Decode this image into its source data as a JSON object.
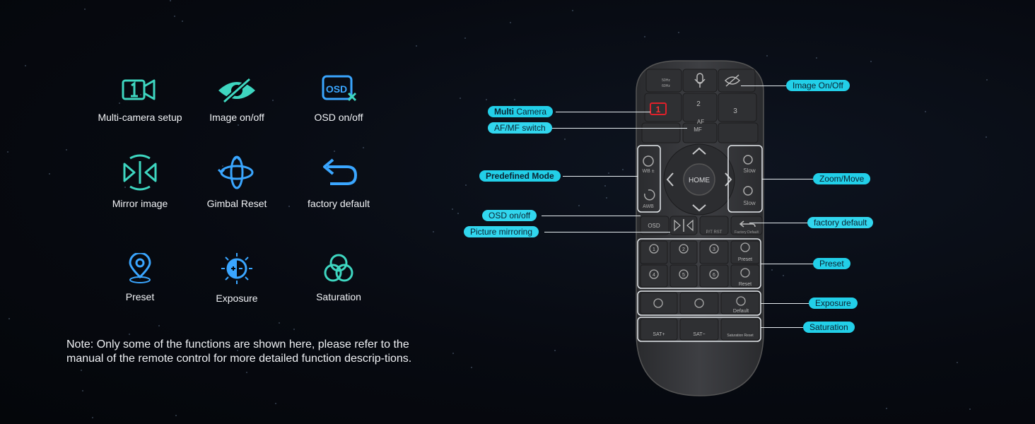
{
  "features": [
    {
      "label": "Multi-camera setup",
      "icon": "multi-camera-icon"
    },
    {
      "label": "Image on/off",
      "icon": "eye-off-icon"
    },
    {
      "label": "OSD on/off",
      "icon": "osd-icon"
    },
    {
      "label": "Mirror image",
      "icon": "mirror-icon"
    },
    {
      "label": "Gimbal Reset",
      "icon": "gimbal-reset-icon"
    },
    {
      "label": "factory default",
      "icon": "undo-icon"
    },
    {
      "label": "Preset",
      "icon": "location-pin-icon"
    },
    {
      "label": "Exposure",
      "icon": "exposure-icon"
    },
    {
      "label": "Saturation",
      "icon": "saturation-icon"
    }
  ],
  "note": "Note: Only some of the functions are shown here, please refer to the manual of the remote control for more detailed function descrip-tions.",
  "callouts": {
    "image_onoff": "Image On/Off",
    "multi_camera_bold": "Multi",
    "multi_camera_rest": " Camera",
    "af_mf": "AF/MF switch",
    "predefined": "Predefined Mode",
    "zoom_move": "Zoom/Move",
    "osd_onoff": "OSD on/off",
    "factory_default": "factory default",
    "picture_mirroring": "Picture mirroring",
    "preset": "Preset",
    "exposure": "Exposure",
    "saturation": "Saturation"
  },
  "remote_keys": {
    "home": "HOME",
    "wb": "WB ±",
    "awb": "AWB",
    "slow1": "Slow",
    "slow2": "Slow",
    "pt_rst": "P/T RST",
    "factory": "Factory Default",
    "preset": "Preset",
    "reset": "Reset",
    "default": "Default",
    "sat_plus": "SAT+",
    "sat_minus": "SAT−",
    "sat_reset": "Saturation Reset",
    "n1": "1",
    "n2": "2",
    "n3": "3",
    "n4": "4",
    "n5": "5",
    "n6": "6",
    "cam1": "1",
    "cam2": "2",
    "cam3": "3",
    "af": "AF",
    "mf": "MF",
    "fps_top": "50Hz",
    "fps_bot": "60Hz",
    "osd": "OSD"
  },
  "colors": {
    "accent": "#22cfe8",
    "icon_teal": "#3ed6c0",
    "icon_blue": "#3aa6ff",
    "remote_body": "#3a3b3e"
  }
}
